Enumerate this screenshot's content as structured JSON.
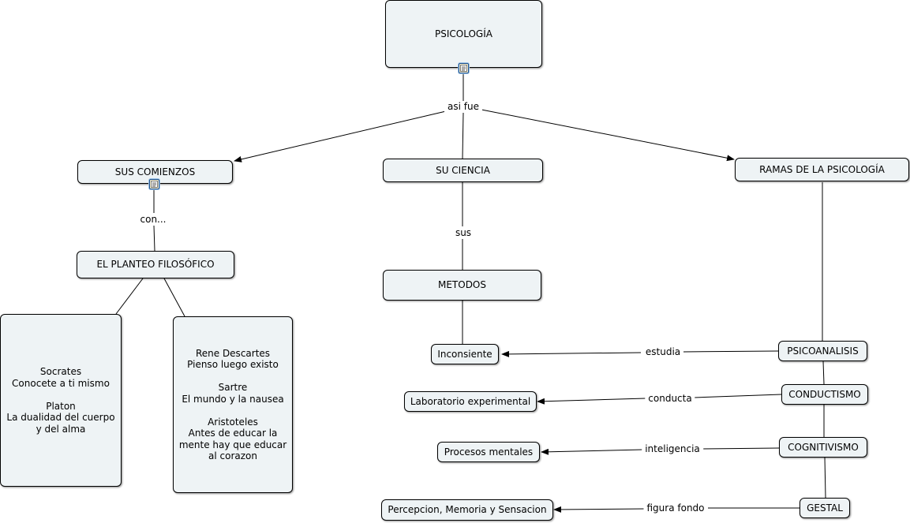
{
  "colors": {
    "node_fill": "#eef3f5",
    "border": "#000000",
    "icon_border": "#1b4e8c"
  },
  "nodes": {
    "psicologia": "PSICOLOGÍA",
    "sus_comienzos": "SUS COMIENZOS",
    "su_ciencia": "SU CIENCIA",
    "ramas": "RAMAS DE LA PSICOLOGÍA",
    "planteo": "EL PLANTEO FILOSÓFICO",
    "metodos": "METODOS",
    "socrates": "Socrates\nConocete a ti mismo\n\nPlaton\nLa dualidad del cuerpo\ny del alma",
    "descartes": "Rene Descartes\nPienso luego existo\n\nSartre\nEl mundo y la nausea\n\nAristoteles\nAntes de educar la\nmente hay que educar\nal corazon",
    "inconsiente": "Inconsiente",
    "laboratorio": "Laboratorio experimental",
    "procesos": "Procesos mentales",
    "percepcion": "Percepcion, Memoria y Sensacion",
    "psicoanalisis": "PSICOANALISIS",
    "conductismo": "CONDUCTISMO",
    "cognitivismo": "COGNITIVISMO",
    "gestal": "GESTAL"
  },
  "links": {
    "asi_fue": "asi fue",
    "con": "con...",
    "sus": "sus",
    "estudia": "estudia",
    "conducta": "conducta",
    "inteligencia": "inteligencia",
    "figura_fondo": "figura fondo"
  },
  "icons": [
    "document-icon",
    "document-icon"
  ]
}
